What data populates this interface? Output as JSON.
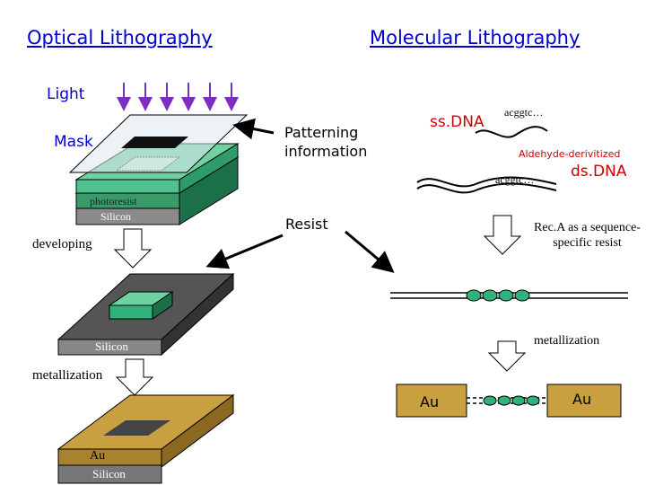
{
  "titles": {
    "optical": "Optical Lithography",
    "molecular": "Molecular Lithography"
  },
  "optical": {
    "light": "Light",
    "mask": "Mask",
    "photoresist": "photoresist",
    "silicon_1": "Silicon",
    "developing": "developing",
    "silicon_2": "Silicon",
    "metallization": "metallization",
    "au": "Au",
    "silicon_3": "Silicon"
  },
  "center": {
    "patterning": "Patterning information",
    "resist": "Resist"
  },
  "molecular": {
    "ssdna": "ss.DNA",
    "seq_top": "acggtc…",
    "aldehyde": "Aldehyde-derivitized",
    "seq_bottom": "acggtc…",
    "dsdna": "ds.DNA",
    "reca": "Rec.A as a sequence-specific resist",
    "metallization": "metallization",
    "au_left": "Au",
    "au_right": "Au"
  },
  "colors": {
    "title": "#0000cc",
    "dna_label": "#cc0000",
    "light_arrow": "#7b2fbe",
    "resist_green": "#2fb37a",
    "gold": "#c8a040",
    "silicon_gray": "#888888"
  }
}
